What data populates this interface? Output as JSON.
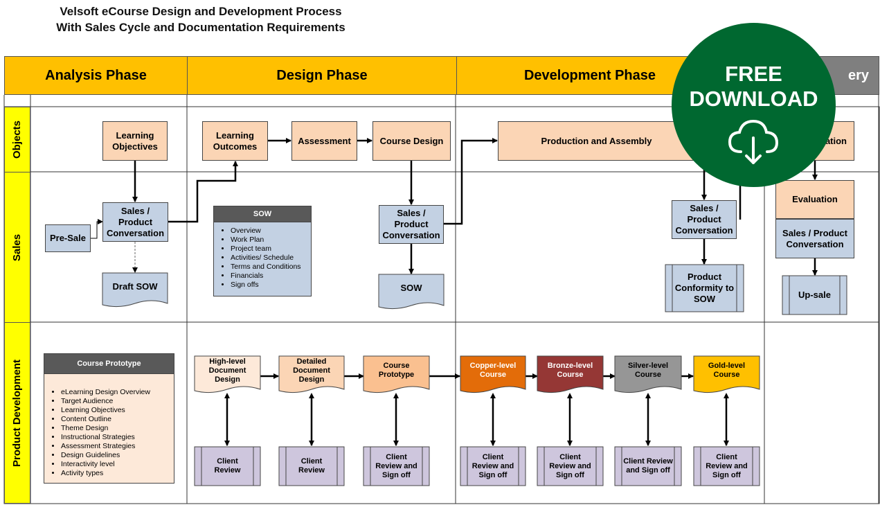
{
  "title": {
    "line1": "Velsoft eCourse Design and Development Process",
    "line2": "With Sales Cycle and Documentation Requirements"
  },
  "phases": [
    {
      "label": "Analysis Phase"
    },
    {
      "label": "Design Phase"
    },
    {
      "label": "Development Phase"
    },
    {
      "label": "ery"
    }
  ],
  "lanes": [
    {
      "label": "Objects"
    },
    {
      "label": "Sales"
    },
    {
      "label": "Product Development"
    }
  ],
  "colors": {
    "phase": "#ffc000",
    "phase_grey": "#7f7f7f",
    "lane": "#ffff00",
    "badge": "#006830",
    "copper": "#e36c09",
    "bronze": "#953735",
    "silver": "#969696",
    "gold": "#ffc000"
  },
  "objects": {
    "learning_objectives": "Learning Objectives",
    "learning_outcomes": "Learning Outcomes",
    "assessment": "Assessment",
    "course_design": "Course Design",
    "production": "Production and Assembly",
    "evaluation_partial": "ation"
  },
  "sales": {
    "pre_sale": "Pre-Sale",
    "conversation_1": "Sales / Product Conversation",
    "draft_sow": "Draft SOW",
    "sow_list": {
      "header": "SOW",
      "items": [
        "Overview",
        "Work Plan",
        "Project team",
        "Activities/ Schedule",
        "Terms and Conditions",
        "Financials",
        "Sign offs"
      ]
    },
    "conversation_2": "Sales / Product Conversation",
    "sow": "SOW",
    "conversation_3": "Sales / Product Conversation",
    "conformity": "Product Conformity to SOW",
    "evaluation": "Evaluation",
    "conversation_4": "Sales / Product Conversation",
    "upsale": "Up-sale"
  },
  "product_dev": {
    "prototype_list": {
      "header": "Course Prototype",
      "items": [
        "eLearning Design Overview",
        "Target Audience",
        "Learning Objectives",
        "Content Outline",
        "Theme Design",
        "Instructional Strategies",
        "Assessment Strategies",
        "Design Guidelines",
        "Interactivity level",
        "Activity types"
      ]
    },
    "high_level": "High-level Document Design",
    "detailed": "Detailed Document Design",
    "prototype": "Course Prototype",
    "copper": "Copper-level Course",
    "bronze": "Bronze-level Course",
    "silver": "Silver-level Course",
    "gold": "Gold-level Course",
    "client_review_1": "Client Review",
    "client_review_2": "Client Review",
    "client_signoff_1": "Client Review and Sign off",
    "client_signoff_2": "Client Review and Sign off",
    "client_signoff_3": "Client Review and Sign off",
    "client_signoff_4": "Client Review and Sign off",
    "client_signoff_5": "Client Review and Sign off"
  },
  "badge": {
    "line1": "FREE",
    "line2": "DOWNLOAD",
    "icon": "cloud-download-icon"
  }
}
